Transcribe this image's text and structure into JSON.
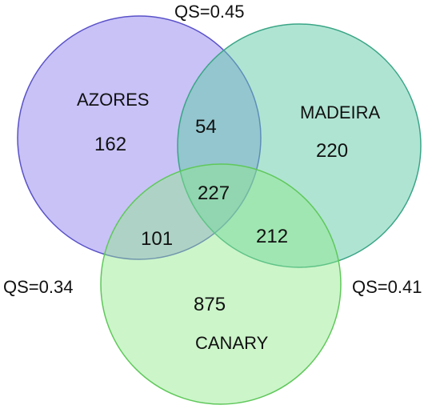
{
  "sets": [
    {
      "id": "azores",
      "label": "AZORES",
      "only_count": "162",
      "fill": "#9a8ff0",
      "stroke": "#5a52c8"
    },
    {
      "id": "madeira",
      "label": "MADEIRA",
      "only_count": "220",
      "fill": "#5fc9a8",
      "stroke": "#3aa585"
    },
    {
      "id": "canary",
      "label": "CANARY",
      "only_count": "875",
      "fill": "#8ee88a",
      "stroke": "#5fc85a"
    }
  ],
  "intersections": {
    "azores_madeira": "54",
    "azores_canary": "101",
    "madeira_canary": "212",
    "all_three": "227"
  },
  "similarity": {
    "azores_madeira": "QS=0.45",
    "azores_canary": "QS=0.34",
    "madeira_canary": "QS=0.41"
  }
}
